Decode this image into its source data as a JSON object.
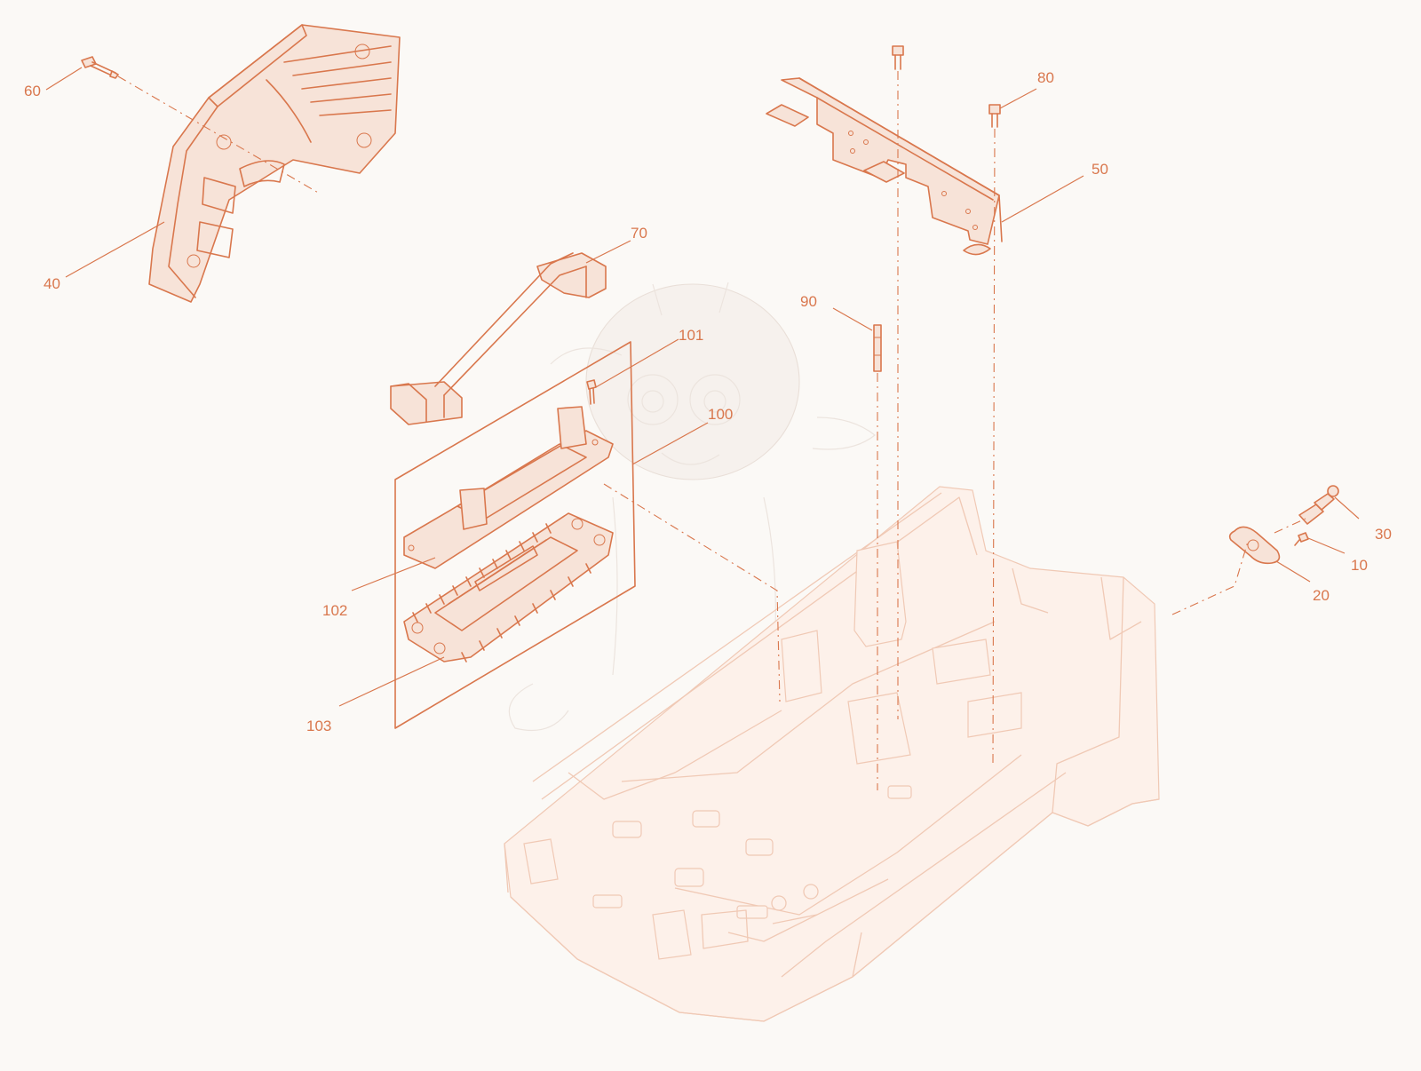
{
  "diagram": {
    "accent_color": "#d9774d",
    "faint_color": "#f0c9b5",
    "callouts": [
      {
        "id": "10",
        "label": "10"
      },
      {
        "id": "20",
        "label": "20"
      },
      {
        "id": "30",
        "label": "30"
      },
      {
        "id": "40",
        "label": "40"
      },
      {
        "id": "50",
        "label": "50"
      },
      {
        "id": "60",
        "label": "60"
      },
      {
        "id": "70",
        "label": "70"
      },
      {
        "id": "80",
        "label": "80"
      },
      {
        "id": "90",
        "label": "90"
      },
      {
        "id": "100",
        "label": "100"
      },
      {
        "id": "101",
        "label": "101"
      },
      {
        "id": "102",
        "label": "102"
      },
      {
        "id": "103",
        "label": "103"
      }
    ]
  }
}
